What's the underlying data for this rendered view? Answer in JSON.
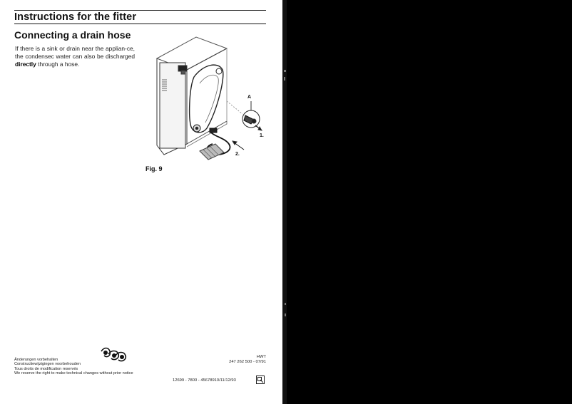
{
  "header": {
    "title": "Instructions for the fitter"
  },
  "section": {
    "title": "Connecting a drain hose",
    "text_before": "If there is a sink or drain near the applian-ce, the condensec water can also be discharged ",
    "text_bold": "directly",
    "text_after": " through a hose."
  },
  "figure": {
    "label": "Fig. 9",
    "callouts": {
      "a": "A",
      "one": "1.",
      "two": "2."
    }
  },
  "footer": {
    "left_lines": [
      "Änderungen vorbehalten",
      "Constructiewijzigingen voorbehouden",
      "Tous droits de modification reservés",
      "We reserve the right to make technical changes without prior notice"
    ],
    "right_lines": [
      "HWT",
      "247 262 500 - 07/91"
    ],
    "code": "12699 - 7800  -  45678910/11/12/93"
  }
}
